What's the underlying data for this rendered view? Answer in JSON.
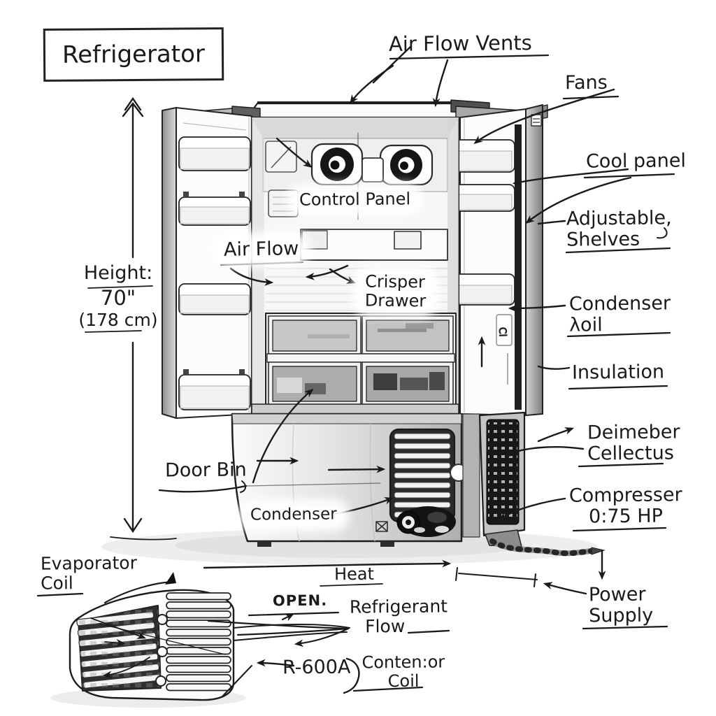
{
  "colors": {
    "ink": "#1a1a1a",
    "paper": "#ffffff",
    "metal_dark": "#2b2b2b"
  },
  "title": "Refrigerator",
  "height_dimension": {
    "label": "Height:",
    "value": "70\"",
    "metric": "(178 cm)"
  },
  "callouts": {
    "air_flow_vents": "Air Flow Vents",
    "fans": "Fans",
    "cool_panel": "Cool panel",
    "adjustable_shelves": {
      "line1": "Adjustable,",
      "line2": "Shelves"
    },
    "condenser_coil_right": {
      "line1": "Condenser",
      "line2": "λoil"
    },
    "insulation": "Insulation",
    "deimeber_cellectus": {
      "line1": "Deimeber",
      "line2": "Cellectus"
    },
    "compressor": {
      "line1": "Compresser",
      "line2": "0:75 HP"
    },
    "power_supply": {
      "line1": "Power",
      "line2": "Supply"
    },
    "control_panel": "Control Panel",
    "air_flow": "Air Flow",
    "crisper_drawer": {
      "line1": "Crisper",
      "line2": "Drawer"
    },
    "door_bin": "Door Bin",
    "condenser": "Condenser",
    "evaporator_coil": {
      "line1": "Evaporator",
      "line2": "Coil"
    },
    "heat": "Heat",
    "open": "OPEN.",
    "refrigerant_flow": {
      "line1": "Refrigerant",
      "line2": "Flow"
    },
    "refrigerant_type": "R-600A",
    "condenser_coil_bottom": {
      "line1": "Conten:or",
      "line2": "Coil"
    },
    "door_marking": "Cl"
  }
}
